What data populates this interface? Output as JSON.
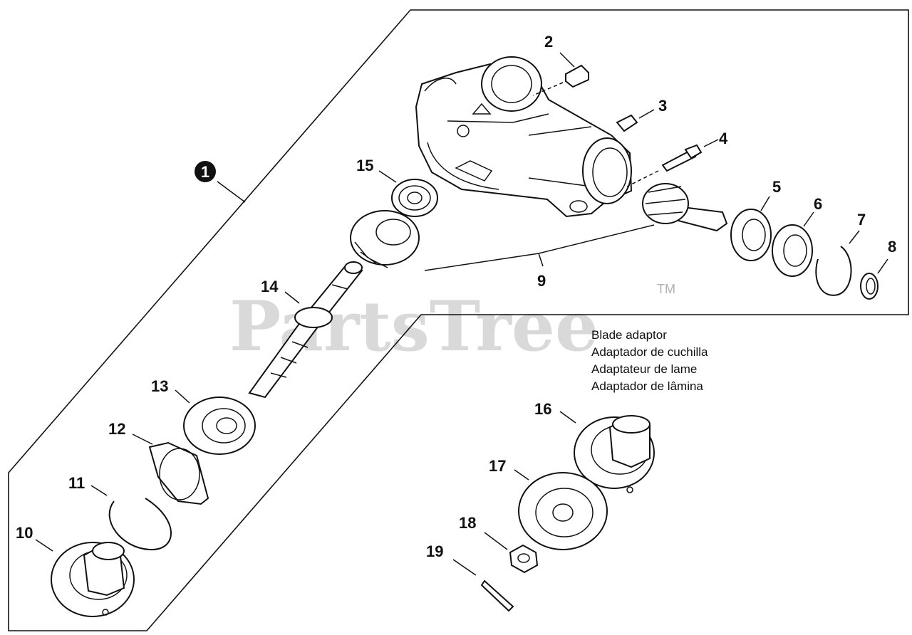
{
  "watermark": {
    "brand": "PartsTree",
    "trademark": "TM"
  },
  "assembly_callout": {
    "label": "1"
  },
  "caption": {
    "lines": [
      "Blade adaptor",
      "Adaptador de cuchilla",
      "Adaptateur de lame",
      "Adaptador de lâmina"
    ]
  },
  "parts": [
    {
      "id": "2",
      "kind": "bolt"
    },
    {
      "id": "3",
      "kind": "set-screw"
    },
    {
      "id": "4",
      "kind": "long-screw"
    },
    {
      "id": "5",
      "kind": "bearing"
    },
    {
      "id": "6",
      "kind": "bearing"
    },
    {
      "id": "7",
      "kind": "snap-ring"
    },
    {
      "id": "8",
      "kind": "small-ring"
    },
    {
      "id": "9",
      "kind": "gear-set"
    },
    {
      "id": "10",
      "kind": "holder"
    },
    {
      "id": "11",
      "kind": "snap-ring"
    },
    {
      "id": "12",
      "kind": "washer"
    },
    {
      "id": "13",
      "kind": "bearing"
    },
    {
      "id": "14",
      "kind": "shaft"
    },
    {
      "id": "15",
      "kind": "bearing"
    },
    {
      "id": "16",
      "kind": "blade-holder"
    },
    {
      "id": "17",
      "kind": "blade-plate"
    },
    {
      "id": "18",
      "kind": "nut"
    },
    {
      "id": "19",
      "kind": "cotter-pin"
    }
  ]
}
